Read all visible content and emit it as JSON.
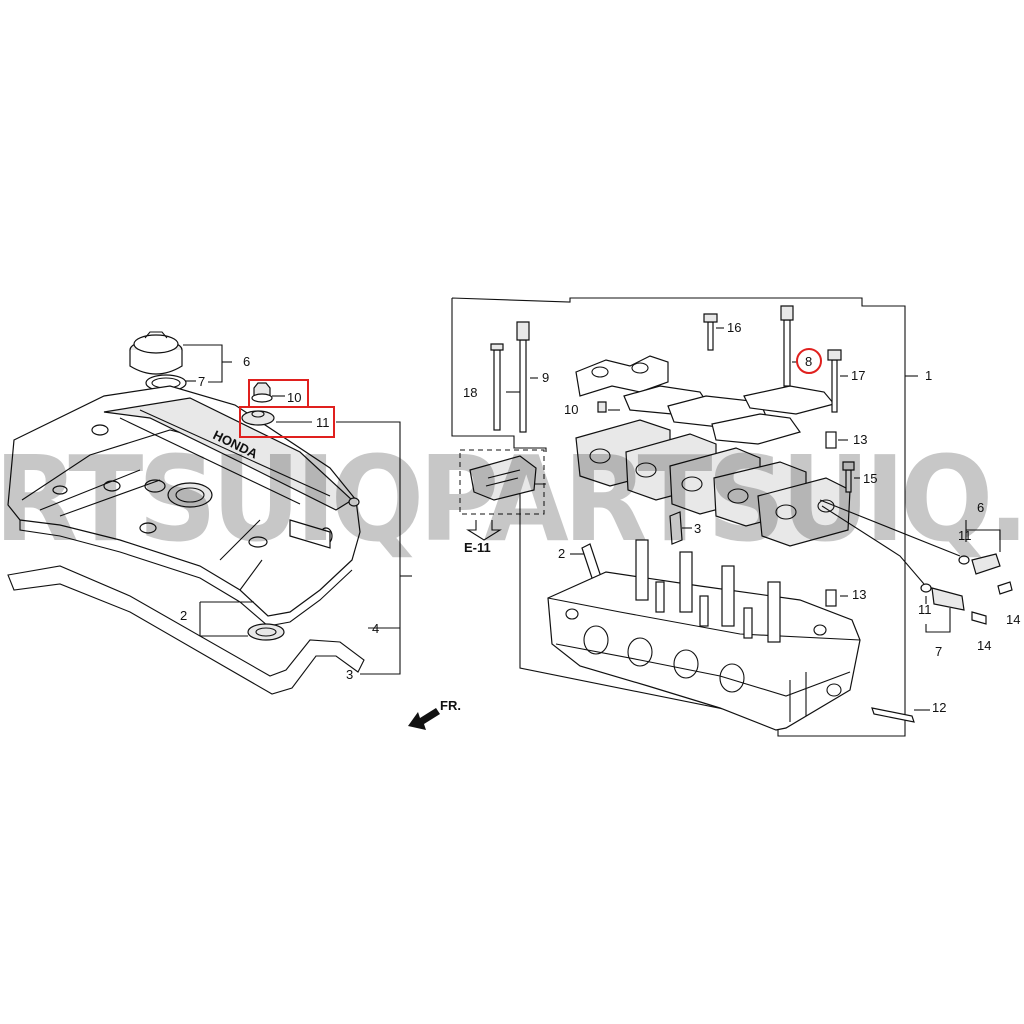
{
  "watermark": "RTSUIQPARTSUIQ.",
  "labels": {
    "p1": "1",
    "p2_left": "2",
    "p2_right": "2",
    "p3_left": "3",
    "p3_right": "3",
    "p4": "4",
    "p6_left": "6",
    "p6_right": "6",
    "p7_left": "7",
    "p7_right": "7",
    "p8": "8",
    "p9": "9",
    "p10_left": "10",
    "p10_right": "10",
    "p11_left": "11",
    "p11_r1": "11",
    "p11_r2": "11",
    "p12": "12",
    "p13_a": "13",
    "p13_b": "13",
    "p14_a": "14",
    "p14_b": "14",
    "p15": "15",
    "p16": "16",
    "p17": "17",
    "p18": "18",
    "ref_e11": "E-11",
    "fr": "FR.",
    "cover_brand": "HONDA"
  },
  "highlight_color": "#e0201e"
}
